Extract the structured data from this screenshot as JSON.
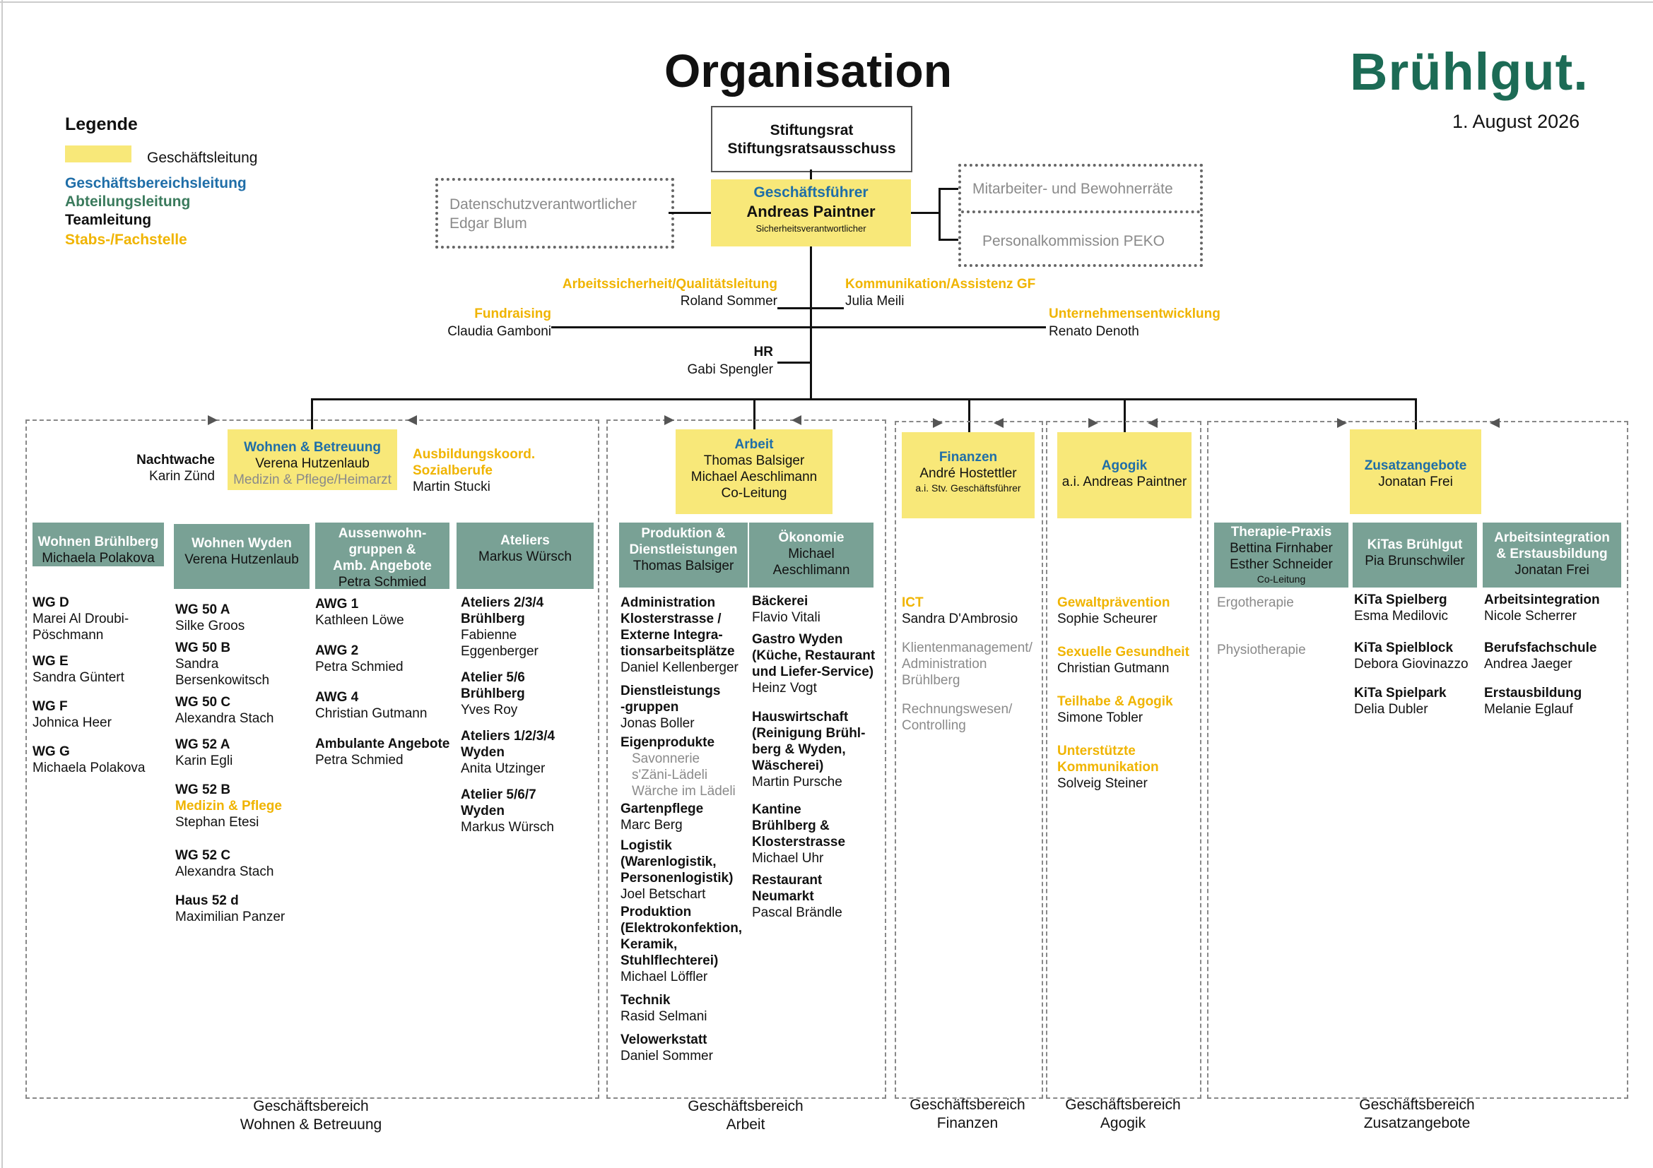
{
  "title": "Organisation",
  "brand": "Brühlgut.",
  "date": "1. August 2026",
  "legend": {
    "heading": "Legende",
    "gl": "Geschäftsleitung",
    "gbl": "Geschäftsbereichsleitung",
    "al": "Abteilungsleitung",
    "tl": "Teamleitung",
    "sf": "Stabs-/Fachstelle"
  },
  "colors": {
    "yellow": "#f8e879",
    "teal": "#79a195",
    "blue": "#1f6ea8",
    "green": "#3a7a5c",
    "gold": "#f0b400",
    "brand": "#1c6b55"
  },
  "top": {
    "board_1": "Stiftungsrat",
    "board_2": "Stiftungsratsausschuss",
    "ceo_title": "Geschäftsführer",
    "ceo_name": "Andreas Paintner",
    "ceo_sub": "Sicherheitsverantwortlicher",
    "dsb_title": "Datenschutzverantwortlicher",
    "dsb_name": "Edgar Blum",
    "mbr": "Mitarbeiter- und Bewohnerräte",
    "peko": "Personalkommission PEKO"
  },
  "staff": {
    "quality_title": "Arbeitssicherheit/Qualitätsleitung",
    "quality_name": "Roland Sommer",
    "comm_title": "Kommunikation/Assistenz GF",
    "comm_name": "Julia Meili",
    "fund_title": "Fundraising",
    "fund_name": "Claudia Gamboni",
    "dev_title": "Unternehmensentwicklung",
    "dev_name": "Renato Denoth",
    "hr_title": "HR",
    "hr_name": "Gabi Spengler"
  },
  "wohnen": {
    "head_title": "Wohnen & Betreuung",
    "head_name": "Verena Hutzenlaub",
    "head_sub": "Medizin & Pflege/Heimarzt",
    "night_title": "Nachtwache",
    "night_name": "Karin Zünd",
    "abk_title1": "Ausbildungskoord.",
    "abk_title2": "Sozialberufe",
    "abk_name": "Martin Stucki",
    "footer1": "Geschäftsbereich",
    "footer2": "Wohnen & Betreuung",
    "col1": {
      "title": "Wohnen Brühlberg",
      "name": "Michaela Polakova",
      "items": [
        {
          "t": "WG D",
          "n": "Marei Al Droubi-",
          "n2": "Pöschmann"
        },
        {
          "t": "WG E",
          "n": "Sandra Güntert"
        },
        {
          "t": "WG F",
          "n": "Johnica Heer"
        },
        {
          "t": "WG G",
          "n": "Michaela Polakova"
        }
      ]
    },
    "col2": {
      "title": "Wohnen Wyden",
      "name": "Verena Hutzenlaub",
      "items": [
        {
          "t": "WG 50 A",
          "n": "Silke Groos"
        },
        {
          "t": "WG 50 B",
          "n": "Sandra",
          "n2": "Bersenkowitsch"
        },
        {
          "t": "WG 50 C",
          "n": "Alexandra Stach"
        },
        {
          "t": "WG 52 A",
          "n": "Karin Egli"
        },
        {
          "t": "WG 52 B",
          "g": "Medizin & Pflege",
          "n": "Stephan Etesi"
        },
        {
          "t": "WG 52 C",
          "n": "Alexandra Stach"
        },
        {
          "t": "Haus 52 d",
          "n": "Maximilian Panzer"
        }
      ]
    },
    "col3": {
      "title1": "Aussenwohn-",
      "title2": "gruppen &",
      "title3": "Amb. Angebote",
      "name": "Petra Schmied",
      "items": [
        {
          "t": "AWG 1",
          "n": "Kathleen Löwe"
        },
        {
          "t": "AWG 2",
          "n": "Petra Schmied"
        },
        {
          "t": "AWG 4",
          "n": "Christian Gutmann"
        },
        {
          "t": "Ambulante Angebote",
          "n": "Petra Schmied"
        }
      ]
    },
    "col4": {
      "title": "Ateliers",
      "name": "Markus Würsch",
      "items": [
        {
          "t": "Ateliers 2/3/4",
          "t2": "Brühlberg",
          "n": "Fabienne",
          "n2": "Eggenberger"
        },
        {
          "t": "Atelier 5/6",
          "t2": "Brühlberg",
          "n": "Yves Roy"
        },
        {
          "t": "Ateliers 1/2/3/4",
          "t2": "Wyden",
          "n": "Anita Utzinger"
        },
        {
          "t": "Atelier 5/6/7",
          "t2": "Wyden",
          "n": "Markus Würsch"
        }
      ]
    }
  },
  "arbeit": {
    "head_title": "Arbeit",
    "head_n1": "Thomas Balsiger",
    "head_n2": "Michael Aeschlimann",
    "head_n3": "Co-Leitung",
    "footer1": "Geschäftsbereich",
    "footer2": "Arbeit",
    "col1": {
      "title1": "Produktion &",
      "title2": "Dienstleistungen",
      "name": "Thomas Balsiger",
      "items": [
        {
          "t": "Administration",
          "t2": "Klosterstrasse /",
          "t3": "Externe Integra-",
          "t4": "tionsarbeitsplätze",
          "n": "Daniel Kellenberger"
        },
        {
          "t": "Dienstleistungs",
          "t2": "-gruppen",
          "n": "Jonas Boller"
        },
        {
          "t": "Eigenprodukte",
          "g1": "Savonnerie",
          "g2": "s'Zäni-Lädeli",
          "g3": "Wärche im Lädeli"
        },
        {
          "t": "Gartenpflege",
          "n": "Marc Berg"
        },
        {
          "t": "Logistik",
          "t2": "(Warenlogistik,",
          "t3": "Personenlogistik)",
          "n": "Joel Betschart"
        },
        {
          "t": "Produktion",
          "t2": "(Elektrokonfektion,",
          "t3": "Keramik,",
          "t4": "Stuhlflechterei)",
          "n": "Michael Löffler"
        },
        {
          "t": "Technik",
          "n": "Rasid Selmani"
        },
        {
          "t": "Velowerkstatt",
          "n": "Daniel Sommer"
        }
      ]
    },
    "col2": {
      "title": "Ökonomie",
      "name1": "Michael",
      "name2": "Aeschlimann",
      "items": [
        {
          "t": "Bäckerei",
          "n": "Flavio Vitali"
        },
        {
          "t": "Gastro Wyden",
          "t2": "(Küche, Restaurant",
          "t3": "und Liefer-Service)",
          "n": "Heinz Vogt"
        },
        {
          "t": "Hauswirtschaft",
          "t2": "(Reinigung Brühl-",
          "t3": "berg & Wyden,",
          "t4": "Wäscherei)",
          "n": "Martin Pursche"
        },
        {
          "t": "Kantine",
          "t2": "Brühlberg &",
          "t3": "Klosterstrasse",
          "n": "Michael Uhr"
        },
        {
          "t": "Restaurant",
          "t2": "Neumarkt",
          "n": "Pascal Brändle"
        }
      ]
    }
  },
  "finanzen": {
    "head_title": "Finanzen",
    "head_name": "André Hostettler",
    "head_sub": "a.i. Stv. Geschäftsführer",
    "ict_title": "ICT",
    "ict_name": "Sandra D'Ambrosio",
    "g1a": "Klientenmanagement/",
    "g1b": "Administration",
    "g1c": "Brühlberg",
    "g2a": "Rechnungswesen/",
    "g2b": "Controlling",
    "footer1": "Geschäftsbereich",
    "footer2": "Finanzen"
  },
  "agogik": {
    "head_title": "Agogik",
    "head_name": "a.i. Andreas Paintner",
    "items": [
      {
        "t": "Gewaltprävention",
        "n": "Sophie Scheurer"
      },
      {
        "t": "Sexuelle Gesundheit",
        "n": "Christian Gutmann"
      },
      {
        "t": "Teilhabe & Agogik",
        "n": "Simone Tobler"
      },
      {
        "t": "Unterstützte",
        "t2": "Kommunikation",
        "n": "Solveig Steiner"
      }
    ],
    "footer1": "Geschäftsbereich",
    "footer2": "Agogik"
  },
  "zusatz": {
    "head_title": "Zusatzangebote",
    "head_name": "Jonatan Frei",
    "footer1": "Geschäftsbereich",
    "footer2": "Zusatzangebote",
    "col1": {
      "title": "Therapie-Praxis",
      "n1": "Bettina Firnhaber",
      "n2": "Esther Schneider",
      "n3": "Co-Leitung",
      "g1": "Ergotherapie",
      "g2": "Physiotherapie"
    },
    "col2": {
      "title": "KiTas Brühlgut",
      "name": "Pia Brunschwiler",
      "items": [
        {
          "t": "KiTa Spielberg",
          "n": "Esma Medilovic"
        },
        {
          "t": "KiTa Spielblock",
          "n": "Debora Giovinazzo"
        },
        {
          "t": "KiTa Spielpark",
          "n": "Delia Dubler"
        }
      ]
    },
    "col3": {
      "title1": "Arbeitsintegration",
      "title2": "& Erstausbildung",
      "name": "Jonatan Frei",
      "items": [
        {
          "t": "Arbeitsintegration",
          "n": "Nicole Scherrer"
        },
        {
          "t": "Berufsfachschule",
          "n": "Andrea Jaeger"
        },
        {
          "t": "Erstausbildung",
          "n": "Melanie Eglauf"
        }
      ]
    }
  }
}
